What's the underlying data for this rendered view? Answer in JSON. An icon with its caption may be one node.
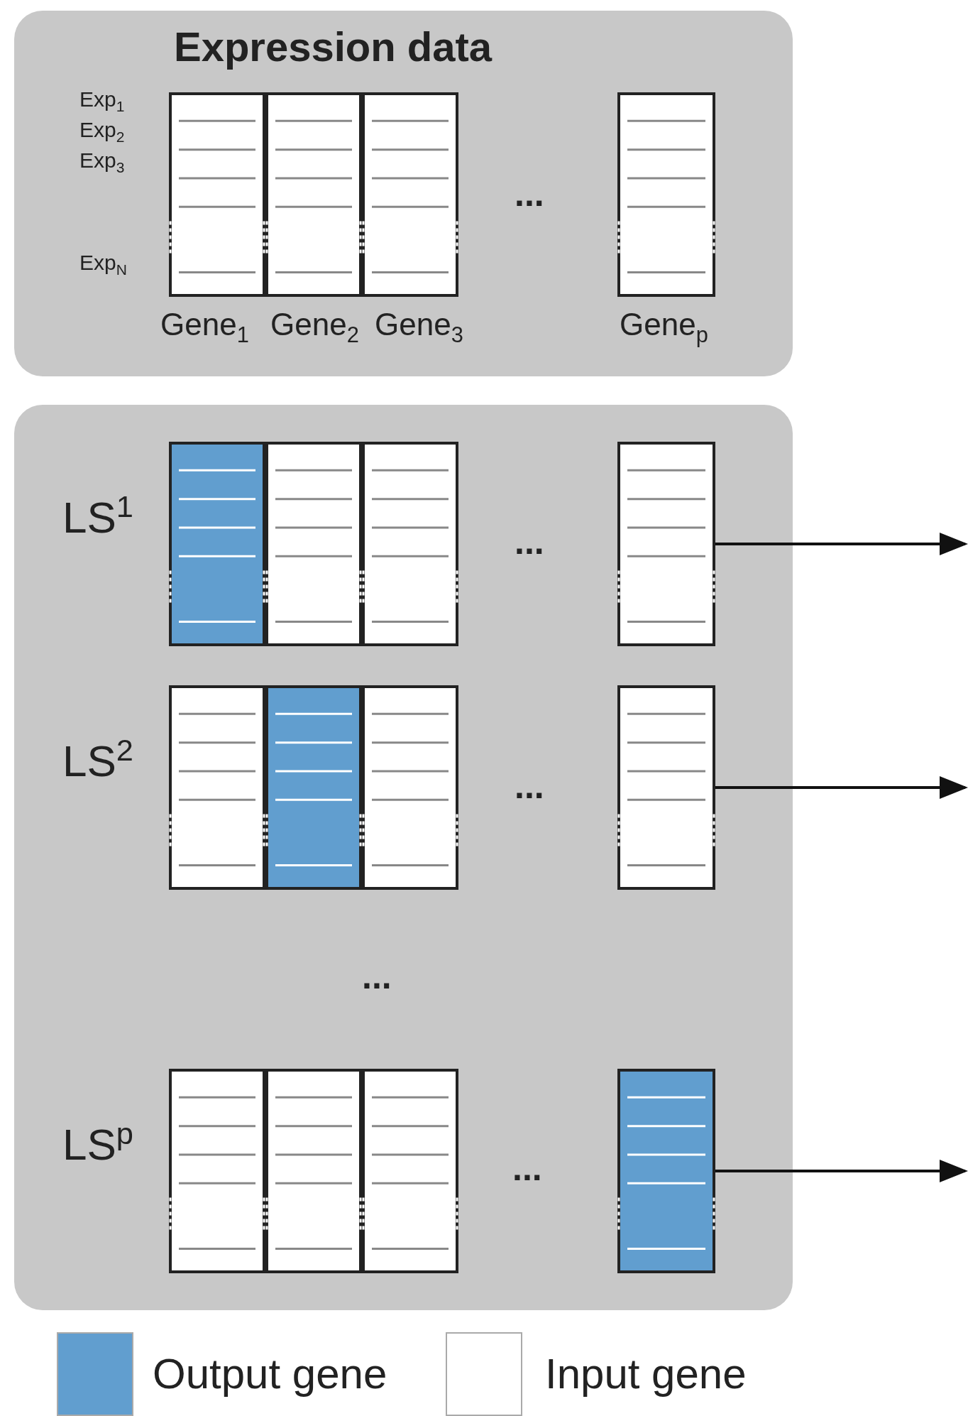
{
  "diagram": {
    "nodes": [
      {
        "text": [
          "Expression data"
        ]
      },
      {
        "text": [],
        "shape": "box",
        "in": 0
      },
      {
        "text": [],
        "shape": "box"
      },
      {
        "text": [],
        "shape": "box",
        "in": 2,
        "beside": [
          "LS$^{1}$"
        ]
      },
      {
        "text": [],
        "shape": "box",
        "in": 2,
        "beside": [
          "LS$^{2}$"
        ]
      },
      {
        "text": [],
        "shape": "box",
        "in": 2,
        "beside": [
          "LS$^{p}$"
        ]
      }
    ],
    "edges": [
      {
        "from": 3,
        "to": null,
        "arrow": "to"
      },
      {
        "from": 4,
        "to": null,
        "arrow": "to"
      },
      {
        "from": 5,
        "to": null,
        "arrow": "to"
      }
    ],
    "labels": [
      "Exp$_{1}$",
      "Exp$_{2}$",
      "Exp$_{3}$",
      "...",
      "Exp$_{N}$",
      "Gene$_{1}$",
      "Gene$_{2}$",
      "Gene$_{3}$",
      "Gene$_{p}$",
      "...",
      "...",
      "...",
      "..."
    ],
    "legend": [
      {
        "text": "Output gene",
        "color": "#619ecf"
      },
      {
        "text": "Input gene",
        "color": "#ffffff"
      }
    ]
  }
}
